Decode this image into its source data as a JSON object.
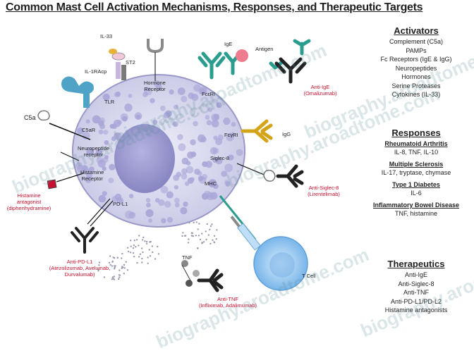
{
  "title": "Common Mast Cell Activation Mechanisms, Responses, and Therapeutic Targets",
  "activators": {
    "heading": "Activators",
    "items": [
      "Complement (C5a)",
      "PAMPs",
      "Fc Receptors (IgE & IgG)",
      "Neuropeptides",
      "Hormones",
      "Serine Proteases",
      "Cytokines (IL-33)"
    ]
  },
  "responses": {
    "heading": "Responses",
    "groups": [
      {
        "disease": "Rheumatoid Arthritis",
        "mediators": "IL-8, TNF, IL-10"
      },
      {
        "disease": "Multiple Sclerosis",
        "mediators": "IL-17, tryptase, chymase"
      },
      {
        "disease": "Type 1 Diabetes",
        "mediators": "IL-6"
      },
      {
        "disease": "Inflammatory Bowel Disease",
        "mediators": "TNF, histamine"
      }
    ]
  },
  "therapeutics": {
    "heading": "Therapeutics",
    "items": [
      "Anti-IgE",
      "Anti-Siglec-8",
      "Anti-TNF",
      "Anti-PD-L1/PD-L2",
      "Histamine antagonists"
    ]
  },
  "labels": {
    "il33": "IL-33",
    "st2": "ST2",
    "il1racp": "IL-1RAcp",
    "tlr": "TLR",
    "hormone_receptor_line1": "Hormone",
    "hormone_receptor_line2": "Receptor",
    "c5a": "C5a",
    "c5ar": "C5aR",
    "neuropeptide_receptor_line1": "Neuropeptide",
    "neuropeptide_receptor_line2": "receptor",
    "histamine_receptor_line1": "Histamine",
    "histamine_receptor_line2": "Receptor",
    "histamine_antagonist_line1": "Histamine",
    "histamine_antagonist_line2": "antagonist",
    "histamine_antagonist_line3": "(diphenhydramine)",
    "pdl1": "PD-L1",
    "anti_pdl1_line1": "Anti-PD-L1",
    "anti_pdl1_line2": "(Atezolizumab, Avelumab,",
    "anti_pdl1_line3": "Durvalumab)",
    "ige": "IgE",
    "antigen": "Antigen",
    "fceri": "FcεRI",
    "anti_ige_line1": "Anti-IgE",
    "anti_ige_line2": "(Omalizumab)",
    "fcyri": "FcγRI",
    "igg": "IgG",
    "siglec8": "Siglec-8",
    "anti_siglec8_line1": "Anti-Siglec-8",
    "anti_siglec8_line2": "(Lirentelimab)",
    "mhc": "MHC",
    "tcell": "T Cell",
    "tnf": "TNF",
    "anti_tnf_line1": "Anti-TNF",
    "anti_tnf_line2": "(Infliximab, Adalimumab)"
  },
  "watermark": "biography.aroadtome.com",
  "colors": {
    "cell_fill": "#dcdcf0",
    "nucleus": "#9a98cc",
    "granule": "#a9a6d8",
    "ige_antibody": "#2a9d8f",
    "igg_antibody": "#d4a418",
    "therapeutic_red": "#c8102e",
    "tcell_fill": "#8fc3ef"
  }
}
